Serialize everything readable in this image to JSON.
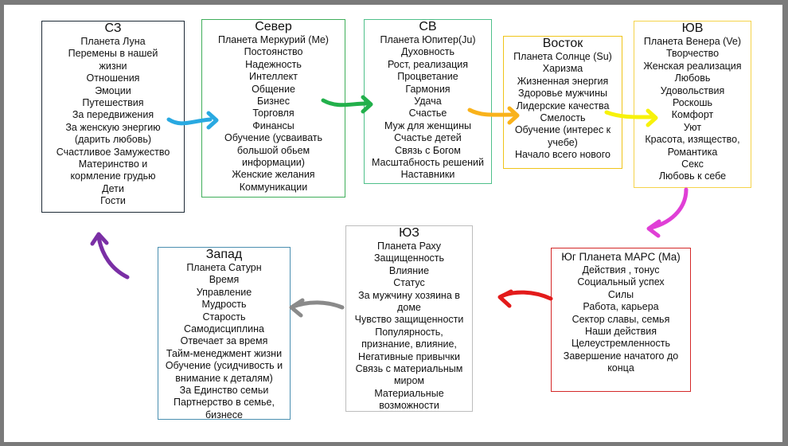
{
  "colors": {
    "nw": "#1e2a36",
    "n": "#3fae5a",
    "ne": "#4fc08a",
    "e": "#f0c419",
    "se": "#f5d34a",
    "s": "#d42828",
    "sw": "#bdbdbd",
    "w": "#4a8fb0",
    "arrow_nw_n": "#29a9e1",
    "arrow_n_ne": "#22b04b",
    "arrow_ne_e": "#f9b21b",
    "arrow_e_se": "#f7f20a",
    "arrow_se_s": "#e03fd6",
    "arrow_s_sw": "#e31b1b",
    "arrow_sw_w": "#8a8a8a",
    "arrow_w_nw": "#7a2fa5"
  },
  "boxes": {
    "nw": {
      "title": "СЗ",
      "lines": [
        "Планета Луна",
        "Перемены в нашей",
        "жизни",
        "Отношения",
        "Эмоции",
        "Путешествия",
        "За передвижения",
        "За женскую энергию",
        "(дарить любовь)",
        "Счастливое Замужество",
        "Материнство и",
        "кормление грудью",
        "Дети",
        "Гости"
      ]
    },
    "n": {
      "title": "Север",
      "lines": [
        "Планета Меркурий (Me)",
        "Постоянство",
        "Надежность",
        "Интеллект",
        "Общение",
        "Бизнес",
        "Торговля",
        "Финансы",
        "Обучение (усваивать",
        "большой обьем",
        "информации)",
        "Женские желания",
        "Коммуникации"
      ]
    },
    "ne": {
      "title": "СВ",
      "lines": [
        "Планета Юпитер(Ju)",
        "Духовность",
        "Рост, реализация",
        "Процветание",
        "Гармония",
        "Удача",
        "Счастье",
        "Муж для женщины",
        "Счастье детей",
        "Связь с Богом",
        "Масштабность решений",
        "Наставники"
      ]
    },
    "e": {
      "title": "Восток",
      "lines": [
        "Планета Солнце (Su)",
        "Харизма",
        "Жизненная энергия",
        "Здоровье мужчины",
        "Лидерские качества",
        "Смелость",
        "Обучение (интерес к",
        "учебе)",
        "Начало всего нового"
      ]
    },
    "se": {
      "title": "ЮВ",
      "lines": [
        "Планета Венера (Ve)",
        "Творчество",
        "Женская реализация",
        "Любовь",
        "Удовольствия",
        "Роскошь",
        "Комфорт",
        "Уют",
        "Красота, изящество,",
        "Романтика",
        "Секс",
        "Любовь к себе"
      ]
    },
    "s": {
      "title": "Юг Планета МАРС (Ma)",
      "lines": [
        "",
        "Действия , тонус",
        "Социальный успех",
        "Силы",
        "Работа, карьера",
        "Сектор славы, семья",
        "Наши действия",
        "Целеустремленность",
        "Завершение начатого до",
        "конца"
      ]
    },
    "sw": {
      "title": "ЮЗ",
      "lines": [
        "Планета Раху",
        "Защищенность",
        "Влияние",
        "Статус",
        "За мужчину хозяина в",
        "доме",
        "Чувство защищенности",
        "Популярность,",
        "признание, влияние,",
        "Негативные привычки",
        "Связь с материальным",
        "миром",
        "Материальные",
        "возможности"
      ]
    },
    "w": {
      "title": "Запад",
      "lines": [
        "Планета Сатурн",
        "Время",
        "Управление",
        "Мудрость",
        "Старость",
        "Самодисциплина",
        "Отвечает за время",
        "Тайм-менеджмент жизни",
        "Обучение (усидчивость и",
        "внимание к деталям)",
        "За Единство семьи",
        "Партнерство в семье,",
        "бизнесе"
      ]
    }
  }
}
